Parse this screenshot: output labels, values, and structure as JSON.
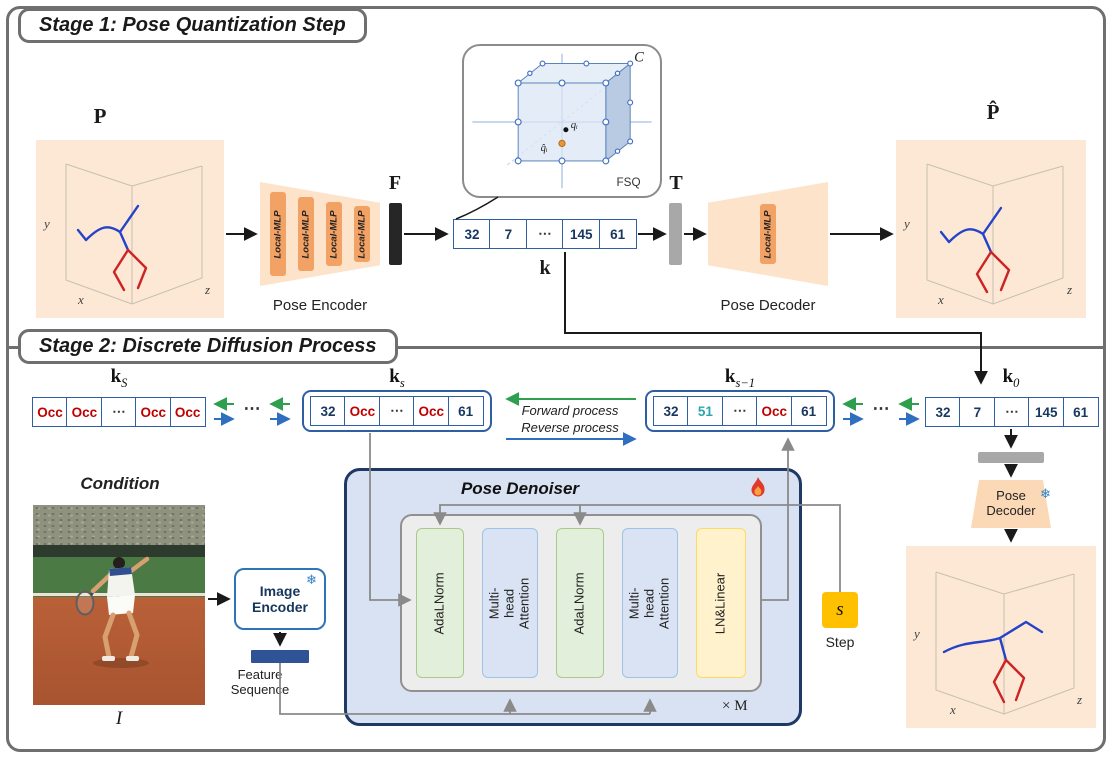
{
  "figure": {
    "stage1_title": "Stage 1: Pose Quantization Step",
    "stage2_title": "Stage 2: Discrete Diffusion Process"
  },
  "icons": {
    "snowflake": "❄"
  },
  "plot_axes": {
    "x": "x",
    "y": "y",
    "z": "z"
  },
  "stage1": {
    "input_label": "P",
    "output_label": "P̂",
    "encoder_label": "Pose Encoder",
    "decoder_label": "Pose Decoder",
    "encoder_layers": [
      "Local-MLP",
      "Local-MLP",
      "Local-MLP",
      "Local-MLP"
    ],
    "decoder_layers": [
      "Local-MLP"
    ],
    "feature_label": "F",
    "token_embed_label": "T",
    "k_label": "k",
    "fsq": {
      "name": "FSQ",
      "codebook": "C",
      "q": "qᵢ",
      "q_hat": "q̂ᵢ"
    },
    "tokens": [
      {
        "t": "32",
        "color": "#17375e"
      },
      {
        "t": "7",
        "color": "#17375e"
      },
      {
        "t": "⋯",
        "color": "#333333"
      },
      {
        "t": "145",
        "color": "#17375e"
      },
      {
        "t": "61",
        "color": "#17375e"
      }
    ]
  },
  "stage2": {
    "forward_label": "Forward process",
    "reverse_label": "Reverse process",
    "dots": "⋯",
    "seq_kS": {
      "base": "k",
      "sub": "S",
      "cells": [
        {
          "t": "Occ",
          "color": "#c00000"
        },
        {
          "t": "Occ",
          "color": "#c00000"
        },
        {
          "t": "⋯",
          "color": "#333333"
        },
        {
          "t": "Occ",
          "color": "#c00000"
        },
        {
          "t": "Occ",
          "color": "#c00000"
        }
      ]
    },
    "seq_ks": {
      "base": "k",
      "sub": "s",
      "cells": [
        {
          "t": "32",
          "color": "#17375e"
        },
        {
          "t": "Occ",
          "color": "#c00000"
        },
        {
          "t": "⋯",
          "color": "#333333"
        },
        {
          "t": "Occ",
          "color": "#c00000"
        },
        {
          "t": "61",
          "color": "#17375e"
        }
      ]
    },
    "seq_ks1": {
      "base": "k",
      "sub": "s−1",
      "cells": [
        {
          "t": "32",
          "color": "#17375e"
        },
        {
          "t": "51",
          "color": "#2aa7ad"
        },
        {
          "t": "⋯",
          "color": "#333333"
        },
        {
          "t": "Occ",
          "color": "#c00000"
        },
        {
          "t": "61",
          "color": "#17375e"
        }
      ]
    },
    "seq_k0": {
      "base": "k",
      "sub": "0",
      "cells": [
        {
          "t": "32",
          "color": "#17375e"
        },
        {
          "t": "7",
          "color": "#17375e"
        },
        {
          "t": "⋯",
          "color": "#333333"
        },
        {
          "t": "145",
          "color": "#17375e"
        },
        {
          "t": "61",
          "color": "#17375e"
        }
      ]
    },
    "condition_label": "Condition",
    "image_label": "I",
    "image_encoder_label": "Image Encoder",
    "feature_sequence_label": "Feature Sequence",
    "denoiser": {
      "title": "Pose Denoiser",
      "blocks": [
        {
          "label": "AdaLNorm"
        },
        {
          "label": "Multi-head Attention"
        },
        {
          "label": "AdaLNorm"
        },
        {
          "label": "Multi-head Attention"
        },
        {
          "label": "LN&Linear"
        }
      ],
      "repeat_label": "× M"
    },
    "step": {
      "symbol": "s",
      "label": "Step"
    },
    "pose_decoder_label": "Pose Decoder"
  }
}
